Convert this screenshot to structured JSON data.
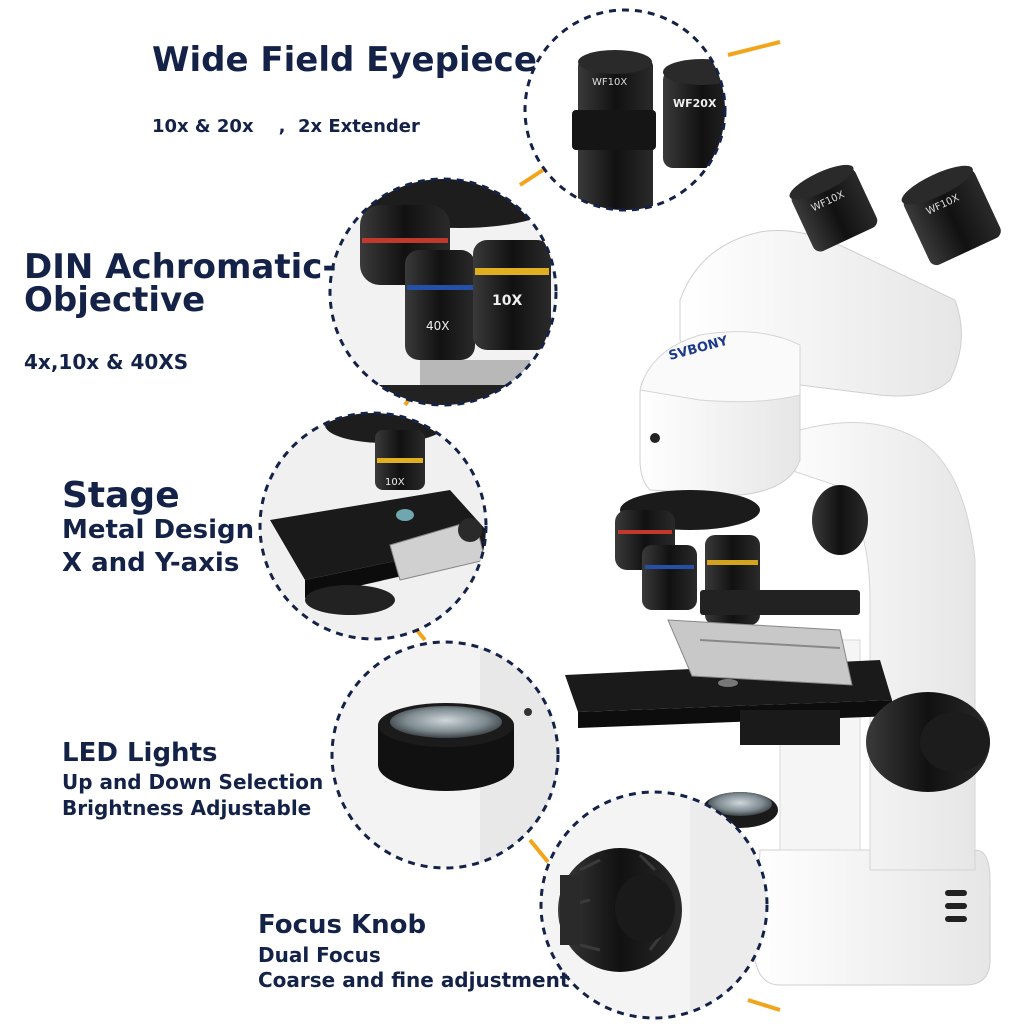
{
  "brand": "SVBONY",
  "features": {
    "eyepiece": {
      "title": "Wide Field Eyepiece",
      "detail": "10x & 20x    ,  2x Extender",
      "eyepiece_a": "WF10X",
      "eyepiece_b": "WF20X"
    },
    "objective": {
      "title_line1": "DIN Achromatic-",
      "title_line2": "Objective",
      "detail": "4x,10x & 40XS",
      "lens_a": "10X",
      "lens_b": "40X"
    },
    "stage": {
      "title": "Stage",
      "line1": "Metal Design",
      "line2": "X and Y-axis",
      "lens_label": "10X"
    },
    "led": {
      "title": "LED Lights",
      "line1": "Up and Down Selection",
      "line2": "Brightness Adjustable"
    },
    "focus": {
      "title": "Focus Knob",
      "line1": "Dual Focus",
      "line2": "Coarse and fine adjustment"
    }
  },
  "microscope": {
    "eyepiece_left": "WF10X",
    "eyepiece_right": "WF10X"
  },
  "colors": {
    "navy": "#142248",
    "accent": "#f2a51a",
    "body": "#f4f4f4"
  }
}
